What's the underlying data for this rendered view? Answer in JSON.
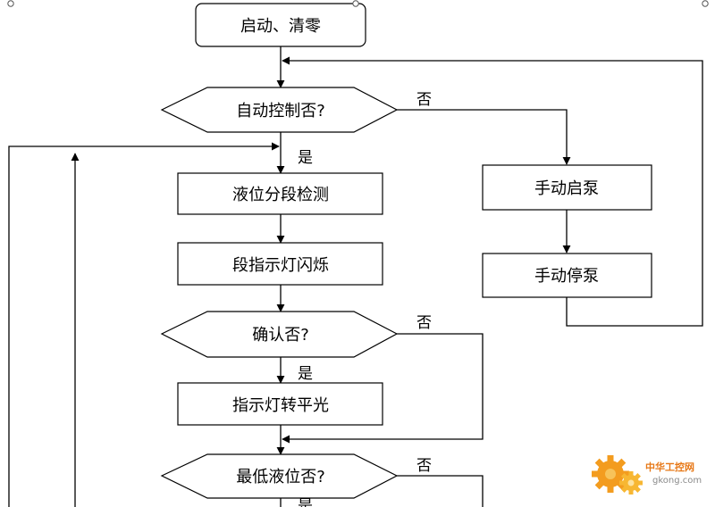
{
  "nodes": {
    "start": "启动、清零",
    "auto_control": "自动控制否?",
    "level_detect": "液位分段检测",
    "segment_flash": "段指示灯闪烁",
    "confirm": "确认否?",
    "light_steady": "指示灯转平光",
    "min_level": "最低液位否?",
    "manual_start": "手动启泵",
    "manual_stop": "手动停泵"
  },
  "labels": {
    "no_auto": "否",
    "yes_auto": "是",
    "no_confirm": "否",
    "yes_confirm": "是",
    "no_min": "否",
    "yes_min": "是"
  },
  "watermark": {
    "brand": "中华工控网",
    "site": "gkong.com",
    "colors": {
      "gear": "#f39c1f",
      "gear_inner": "#f7c35a",
      "text": "#e77817"
    }
  }
}
